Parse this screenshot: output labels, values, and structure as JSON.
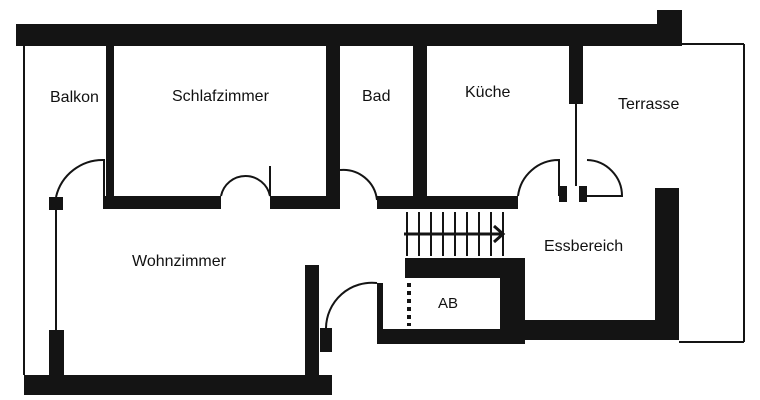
{
  "floorplan": {
    "rooms": {
      "balkon": "Balkon",
      "schlafzimmer": "Schlafzimmer",
      "bad": "Bad",
      "kueche": "Küche",
      "terrasse": "Terrasse",
      "wohnzimmer": "Wohnzimmer",
      "essbereich": "Essbereich",
      "ab": "AB"
    },
    "colors": {
      "wall": "#141414",
      "background": "#ffffff"
    },
    "icons": {
      "stair": "staircase-icon",
      "door": "door-swing-icon"
    }
  }
}
